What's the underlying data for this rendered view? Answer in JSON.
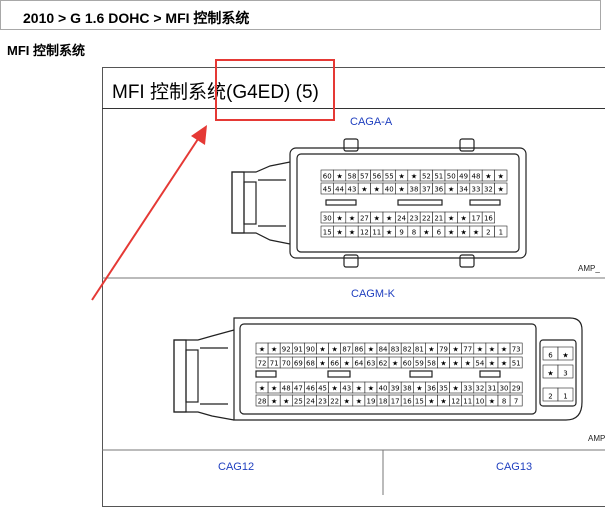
{
  "breadcrumb": "2010 > G 1.6 DOHC > MFI 控制系统",
  "section_title": "MFI 控制系统",
  "diagram": {
    "title": "MFI 控制系统(G4ED) (5)",
    "connectors": {
      "caga": "CAGA-A",
      "cagm": "CAGM-K",
      "cag12": "CAG12",
      "cag13": "CAG13"
    },
    "amp_label": "AMP_",
    "caga_rows": [
      [
        "60",
        "★",
        "58",
        "57",
        "56",
        "55",
        "★",
        "★",
        "52",
        "51",
        "50",
        "49",
        "48",
        "★",
        "★"
      ],
      [
        "45",
        "44",
        "43",
        "★",
        "★",
        "40",
        "★",
        "38",
        "37",
        "36",
        "★",
        "34",
        "33",
        "32",
        "★"
      ],
      [
        "30",
        "★",
        "★",
        "27",
        "★",
        "★",
        "24",
        "23",
        "22",
        "21",
        "★",
        "★",
        "17",
        "16"
      ],
      [
        "15",
        "★",
        "★",
        "12",
        "11",
        "★",
        "9",
        "8",
        "★",
        "6",
        "★",
        "★",
        "★",
        "2",
        "1"
      ]
    ],
    "cagm_rows": [
      [
        "★",
        "★",
        "92",
        "91",
        "90",
        "★",
        "★",
        "87",
        "86",
        "★",
        "84",
        "83",
        "82",
        "81",
        "★",
        "79",
        "★",
        "77",
        "★",
        "★",
        "★",
        "73"
      ],
      [
        "72",
        "71",
        "70",
        "69",
        "68",
        "★",
        "66",
        "★",
        "64",
        "63",
        "62",
        "★",
        "60",
        "59",
        "58",
        "★",
        "★",
        "★",
        "54",
        "★",
        "★",
        "51"
      ],
      [
        "★",
        "★",
        "48",
        "47",
        "46",
        "45",
        "★",
        "43",
        "★",
        "★",
        "40",
        "39",
        "38",
        "★",
        "36",
        "35",
        "★",
        "33",
        "32",
        "31",
        "30",
        "29"
      ],
      [
        "28",
        "★",
        "★",
        "25",
        "24",
        "23",
        "22",
        "★",
        "★",
        "19",
        "18",
        "17",
        "16",
        "15",
        "★",
        "★",
        "12",
        "11",
        "10",
        "★",
        "8",
        "7"
      ]
    ],
    "cagm_side": [
      [
        "6",
        "★"
      ],
      [
        "★",
        "3"
      ],
      [
        "2",
        "1"
      ]
    ]
  },
  "colors": {
    "highlight": "#e53935",
    "connector_label": "#1f3fbf"
  }
}
